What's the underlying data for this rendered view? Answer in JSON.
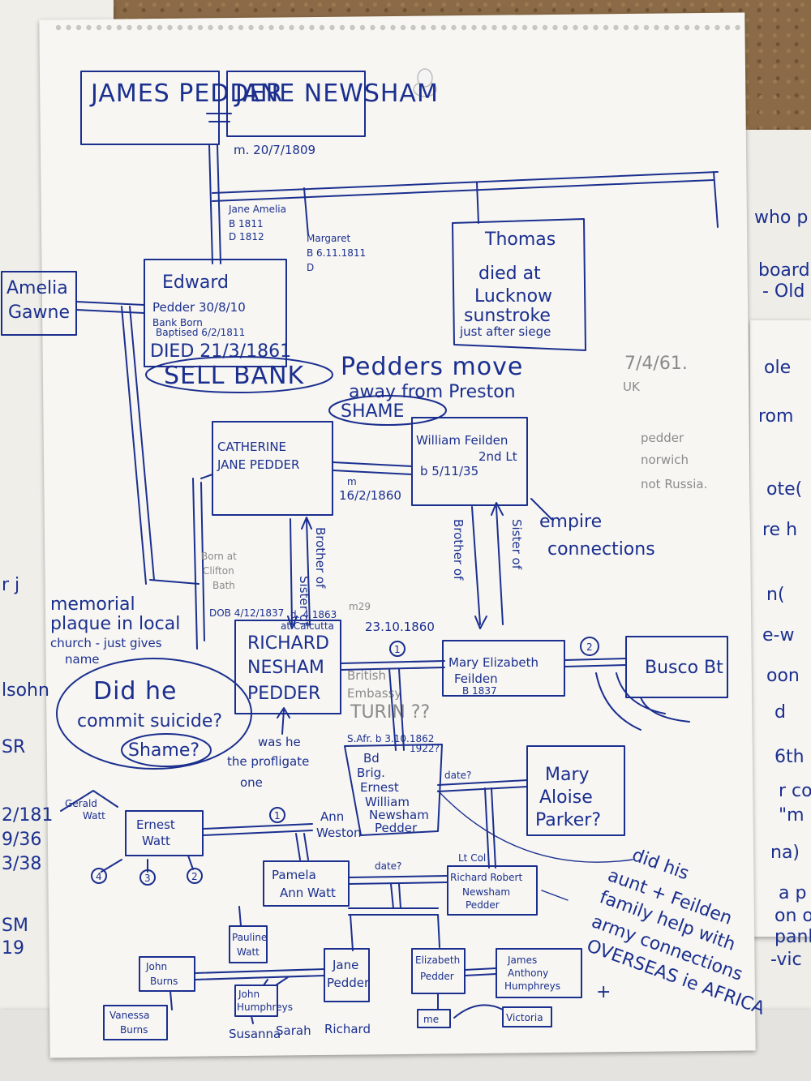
{
  "colors": {
    "ink": "#1b2f8f",
    "pencil": "#8a8a8a",
    "paper": "#f7f6f2",
    "cork": "#8b6b47"
  },
  "people": {
    "james": "JAMES PEDDER",
    "jane_newsham": "JANE NEWSHAM",
    "marriage_1809": "m. 20/7/1809",
    "jane_amelia": "Jane Amelia",
    "jane_amelia_dates": [
      "B 1811",
      "D 1812"
    ],
    "margaret": "Margaret",
    "margaret_dates": [
      "B 6.11.1811",
      "D"
    ],
    "thomas": [
      "Thomas",
      "died at",
      "Lucknow",
      "sunstroke",
      "just after siege"
    ],
    "amelia": [
      "Amelia",
      "Gawne"
    ],
    "edward": [
      "Edward",
      "Pedder 30/8/10",
      "Bank Born",
      "Baptised 6/2/1811",
      "DIED 21/3/1861"
    ],
    "sell_bank": "SELL BANK",
    "peddero_move": [
      "Pedders move",
      "away from Preston"
    ],
    "shame": "SHAME",
    "catherine": [
      "CATHERINE",
      "JANE PEDDER"
    ],
    "william": [
      "William Feilden",
      "2nd Lt",
      "b 5/11/35"
    ],
    "marriage_1860": [
      "m",
      "16/2/1860"
    ],
    "empire": [
      "empire",
      "connections"
    ],
    "brother_of": "Brother of",
    "sister_of": "Sister of",
    "brother_of_r": "Brother of",
    "sister_of_r": "Sister of",
    "uk_note": [
      "7/4/61.",
      "UK",
      "pedder",
      "norwich",
      "not Russia."
    ],
    "born_clifton": [
      "Born at",
      "Clifton",
      "Bath"
    ],
    "dob": "DOB 4/12/1837",
    "death": [
      "d. 4 1863",
      "at Calcutta"
    ],
    "richard": [
      "RICHARD",
      "NESHAM",
      "PEDDER"
    ],
    "memorial": [
      "memorial",
      "plaque in local",
      "church - just gives",
      "name"
    ],
    "did_he": [
      "Did he",
      "commit suicide?",
      "Shame?"
    ],
    "profligate": [
      "was he",
      "the profligate",
      "one"
    ],
    "marriage2_date": "23.10.1860",
    "m_label": "m29",
    "british_embassy": [
      "British",
      "Embassy",
      "TURIN ??"
    ],
    "one": "1",
    "two": "2",
    "mary_elizabeth": [
      "Mary Elizabeth",
      "Feilden",
      "B 1837"
    ],
    "busco": "Busco Bt",
    "ernest_pedder": [
      "S.Afr. b 3.10.1862",
      "1922?",
      "Bd",
      "Brig.",
      "Ernest",
      "William",
      "Newsham",
      "Pedder"
    ],
    "date_q": "date?",
    "mary_aloise": [
      "Mary",
      "Aloise",
      "Parker?"
    ],
    "ernest_watt": [
      "Ernest",
      "Watt"
    ],
    "gerald_watt": [
      "Gerald",
      "Watt"
    ],
    "ann_weston": [
      "Ann",
      "Weston"
    ],
    "children_nums": [
      "4",
      "3",
      "2"
    ],
    "pamela": [
      "Pamela",
      "Ann Watt"
    ],
    "date_q2": "date?",
    "lt_col": "Lt Col",
    "richard_robert": [
      "Richard Robert",
      "Newsham",
      "Pedder"
    ],
    "did_his_aunt": [
      "did his",
      "aunt + Feilden",
      "family help with",
      "army connections",
      "OVERSEAS ie AFRICA",
      "+"
    ],
    "pauline": [
      "Pauline",
      "Watt"
    ],
    "john_burns": [
      "John",
      "Burns"
    ],
    "jane_pedder": [
      "Jane",
      "Pedder"
    ],
    "elizabeth_pedder": [
      "Elizabeth",
      "Pedder"
    ],
    "james_anthony": [
      "James",
      "Anthony",
      "Humphreys"
    ],
    "john_h": [
      "John",
      "Humphreys"
    ],
    "vanessa": [
      "Vanessa",
      "Burns"
    ],
    "grandkids": [
      "Susanna",
      "Sarah",
      "Richard"
    ],
    "me": "me",
    "victoria": "Victoria"
  },
  "side_notes": {
    "left": [
      "r j",
      "lsohn",
      "SR",
      "2/181",
      "9/36",
      "3/38",
      "SM",
      "19"
    ],
    "right": [
      "who p",
      "board",
      "- Old",
      "ole",
      "rom",
      "ote(",
      "re h",
      "n(",
      "e-w",
      "oon",
      "d",
      "6th",
      "r co",
      "\"m",
      "na)",
      "a p",
      "on o",
      "pank",
      "-vic"
    ]
  }
}
